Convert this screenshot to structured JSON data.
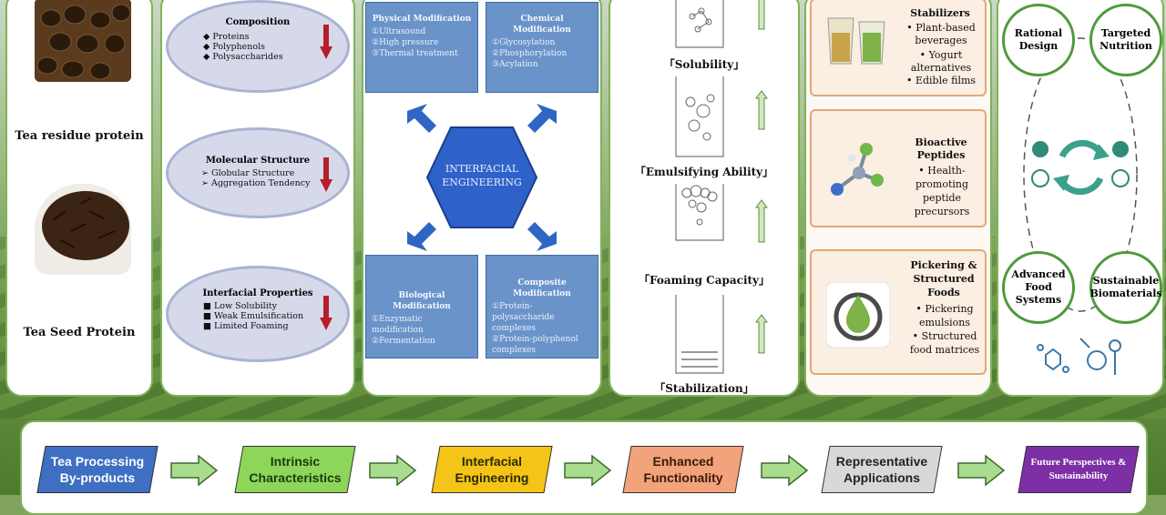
{
  "sources": {
    "tea_residue_label": "Tea residue protein",
    "tea_seed_label": "Tea Seed Protein"
  },
  "characteristics": [
    {
      "title": "Composition",
      "items": [
        "Proteins",
        "Polyphenols",
        "Polysaccharides"
      ],
      "bullet": "◆"
    },
    {
      "title": "Molecular Structure",
      "items": [
        "Globular Structure",
        "Aggregation Tendency"
      ],
      "bullet": "➢"
    },
    {
      "title": "Interfacial Properties",
      "items": [
        "Low Solubility",
        "Weak Emulsification",
        "Limited Foaming"
      ],
      "bullet": "■"
    }
  ],
  "engineering": {
    "center": "INTERFACIAL ENGINEERING",
    "boxes": [
      {
        "title": "Physical Modification",
        "items": [
          "①Ultrasound",
          "②High pressure",
          "③Thermal treatment"
        ]
      },
      {
        "title": "Chemical Modification",
        "items": [
          "①Glycosylation",
          "②Phosphorylation",
          "③Acylation"
        ]
      },
      {
        "title": "Biological Modification",
        "items": [
          "①Enzymatic modification",
          "②Fermentation"
        ]
      },
      {
        "title": "Composite Modification",
        "items": [
          "①Protein-polysaccharide complexes",
          "②Protein-polyphenol complexes"
        ]
      }
    ]
  },
  "functionality": [
    "「Solubility」",
    "「Emulsifying Ability」",
    "「Foaming Capacity」",
    "「Stabilization」"
  ],
  "applications": [
    {
      "title": "Stabilizers",
      "items": [
        "Plant-based beverages",
        "Yogurt alternatives",
        "Edible films"
      ]
    },
    {
      "title": "Bioactive Peptides",
      "items": [
        "Health-promoting peptide precursors"
      ]
    },
    {
      "title": "Pickering & Structured Foods",
      "items": [
        "Pickering emulsions",
        "Structured food matrices"
      ]
    }
  ],
  "perspectives": {
    "nodes": [
      "Rational Design",
      "Targeted Nutrition",
      "Advanced Food Systems",
      "Sustainable Biomaterials"
    ]
  },
  "flow": [
    {
      "label": "Tea Processing By-products",
      "color": "#3f6fc2",
      "text_color": "#ffffff"
    },
    {
      "label": "Intrinsic Characteristics",
      "color": "#8ed65a",
      "text_color": "#1a3a10"
    },
    {
      "label": "Interfacial Engineering",
      "color": "#f5c418",
      "text_color": "#2a2a00"
    },
    {
      "label": "Enhanced Functionality",
      "color": "#f2a37c",
      "text_color": "#3a1a08"
    },
    {
      "label": "Representative Applications",
      "color": "#d8d8d8",
      "text_color": "#222222"
    },
    {
      "label": "Future Perspectives & Sustainability",
      "color": "#7d2fa6",
      "text_color": "#ffffff"
    }
  ]
}
